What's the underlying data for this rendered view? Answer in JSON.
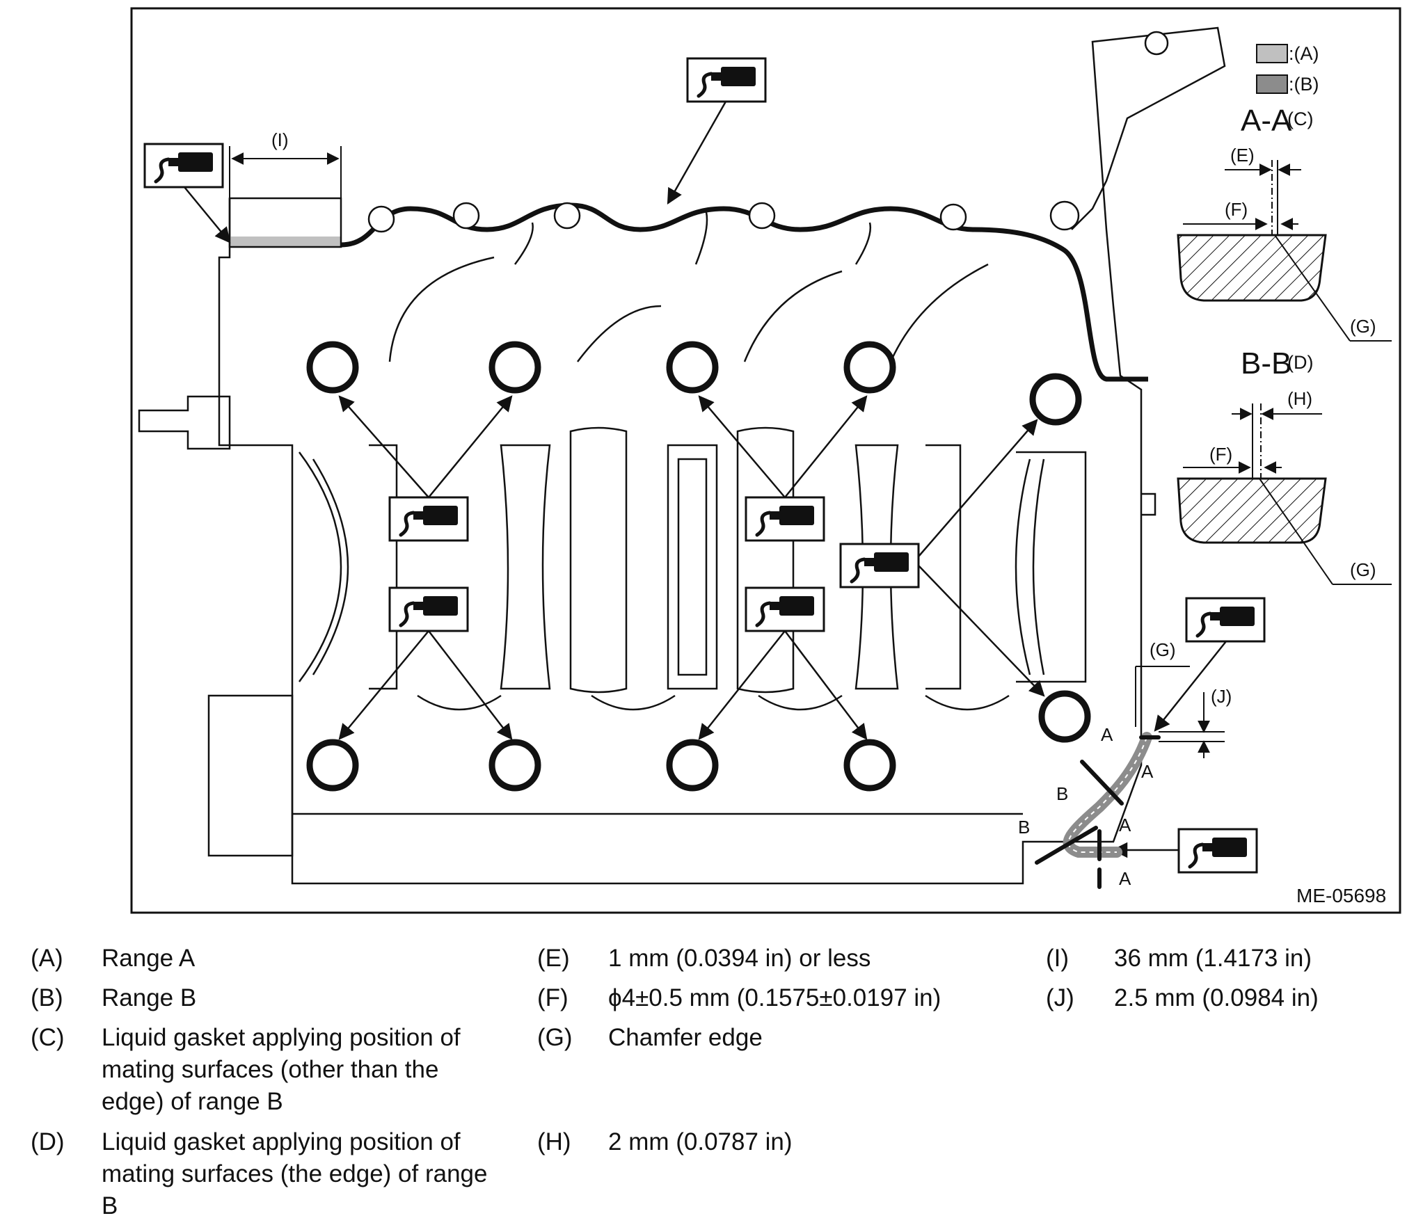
{
  "figure": {
    "figure_id": "ME-05698",
    "section_aa": {
      "title": "A-A",
      "ref": "(C)"
    },
    "section_bb": {
      "title": "B-B",
      "ref": "(D)"
    },
    "swatch_a_label": ":(A)",
    "swatch_b_label": ":(B)",
    "callouts": {
      "E": "(E)",
      "F": "(F)",
      "G": "(G)",
      "H": "(H)",
      "I": "(I)",
      "J": "(J)"
    },
    "section_marks": {
      "A": "A",
      "B": "B"
    },
    "colors": {
      "range_a": "#c0c0c0",
      "range_b": "#8c8c8c",
      "line": "#111111"
    },
    "icons": [
      "liquid-gasket-icon"
    ]
  },
  "legend": [
    {
      "key": "(A)",
      "text": "Range A"
    },
    {
      "key": "(B)",
      "text": "Range B"
    },
    {
      "key": "(C)",
      "text": "Liquid gasket applying position of mating surfaces (other than the edge) of range B"
    },
    {
      "key": "(D)",
      "text": "Liquid gasket applying position of mating surfaces (the edge) of range B"
    },
    {
      "key": "(E)",
      "text": "1 mm (0.0394 in) or less"
    },
    {
      "key": "(F)",
      "text": "ϕ4±0.5 mm (0.1575±0.0197 in)"
    },
    {
      "key": "(G)",
      "text": "Chamfer edge"
    },
    {
      "key": "(H)",
      "text": "2 mm (0.0787 in)"
    },
    {
      "key": "(I)",
      "text": "36 mm (1.4173 in)"
    },
    {
      "key": "(J)",
      "text": "2.5 mm (0.0984 in)"
    }
  ]
}
